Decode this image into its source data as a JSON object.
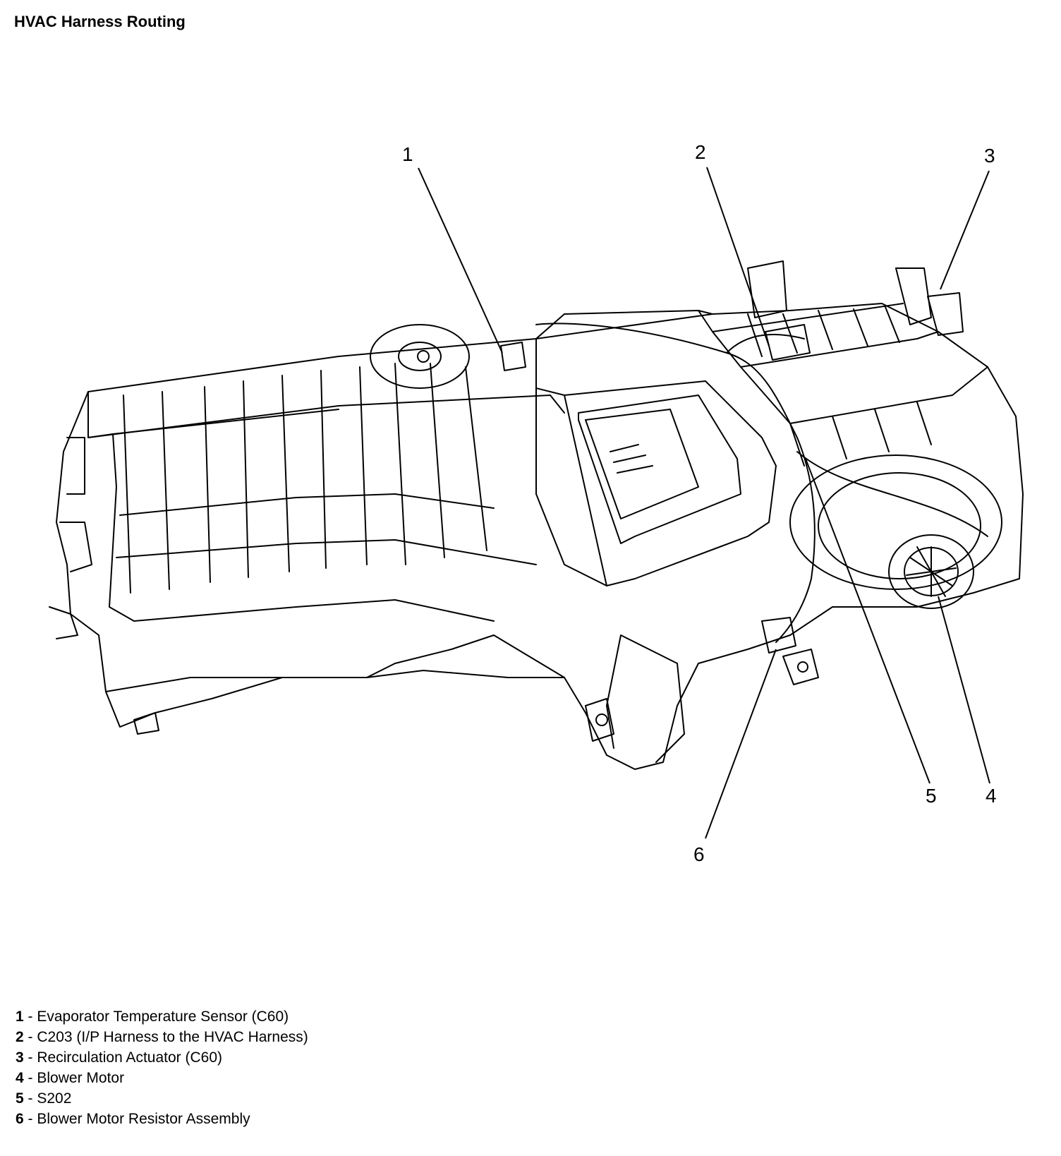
{
  "title": "HVAC Harness Routing",
  "callouts": [
    {
      "num": "1",
      "label": "Evaporator Temperature Sensor (C60)"
    },
    {
      "num": "2",
      "label": "C203 (I/P Harness to the HVAC Harness)"
    },
    {
      "num": "3",
      "label": "Recirculation Actuator (C60)"
    },
    {
      "num": "4",
      "label": "Blower Motor"
    },
    {
      "num": "5",
      "label": "S202"
    },
    {
      "num": "6",
      "label": "Blower Motor Resistor Assembly"
    }
  ],
  "legend_separator": "-"
}
